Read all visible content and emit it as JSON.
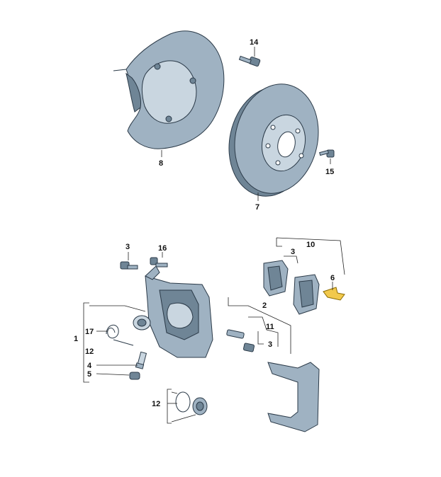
{
  "callouts": {
    "c14": "14",
    "c8": "8",
    "c15": "15",
    "c7": "7",
    "c3a": "3",
    "c16": "16",
    "c10": "10",
    "c3b": "3",
    "c6": "6",
    "c2": "2",
    "c11": "11",
    "c3c": "3",
    "c1": "1",
    "c17": "17",
    "c12a": "12",
    "c4": "4",
    "c5": "5",
    "c12b": "12"
  },
  "colors": {
    "metal": "#9fb2c2",
    "metal_dark": "#6f8596",
    "highlight": "#f2c94c"
  }
}
